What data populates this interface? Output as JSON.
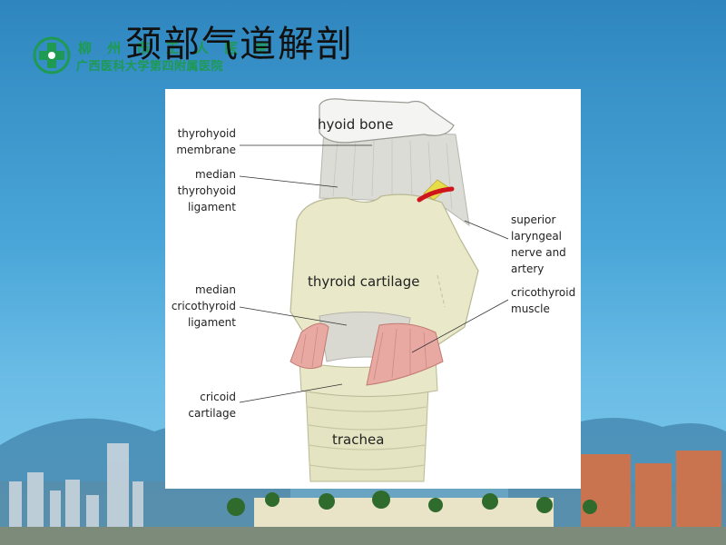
{
  "slide": {
    "title": "颈部气道解剖",
    "logo": {
      "line1": "柳 州 市 工 人 医 院",
      "line2": "广西医科大学第四附属医院",
      "icon": "hospital-cross-logo-icon"
    },
    "background": "city-skyline-photo"
  },
  "figure": {
    "structures": {
      "hyoid": "hyoid bone",
      "thyroid": "thyroid cartilage",
      "trachea": "trachea"
    },
    "labels_left": {
      "thyrohyoid_membrane": "thyrohyoid\nmembrane",
      "median_thyrohyoid": "median\nthyrohyoid\nligament",
      "median_cricothyroid": "median\ncricothyroid\nligament",
      "cricoid": "cricoid\ncartilage"
    },
    "labels_right": {
      "superior_laryngeal": "superior\nlaryngeal\nnerve and\nartery",
      "cricothyroid_muscle": "cricothyroid\nmuscle"
    },
    "colors": {
      "cartilage": "#e6e6c4",
      "membrane": "#d9d9d3",
      "muscle": "#e8a9a3",
      "artery": "#d0141c",
      "nerve": "#e7dd4a"
    }
  }
}
